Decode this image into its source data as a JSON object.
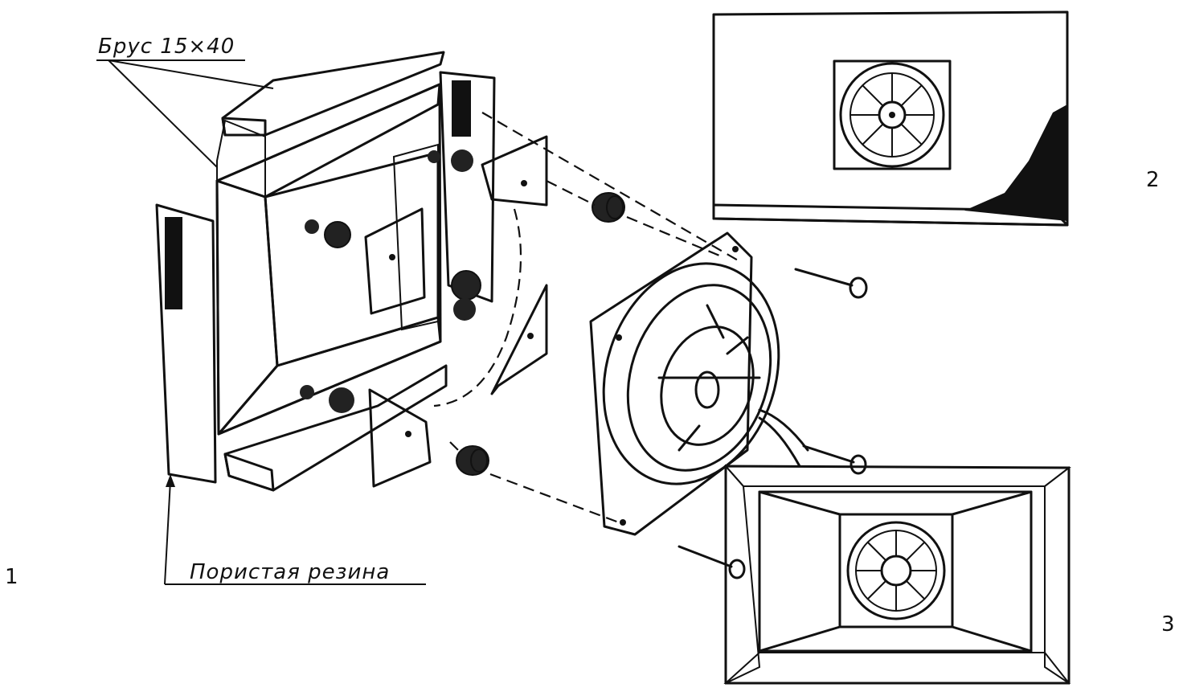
{
  "labels": {
    "beam": "Брус 15×40",
    "foam": "Пористая резина"
  },
  "figure_numbers": [
    "1",
    "2",
    "3"
  ],
  "icons": [
    "fan-icon",
    "wood-frame-icon",
    "rubber-bushing-icon",
    "screw-icon",
    "mounting-bracket-icon",
    "wood-panel-icon",
    "framed-fan-icon"
  ],
  "colors": {
    "ink": "#111111",
    "paper": "#ffffff",
    "foam": "#d8d8d8",
    "wood": "#f4f4f4"
  }
}
